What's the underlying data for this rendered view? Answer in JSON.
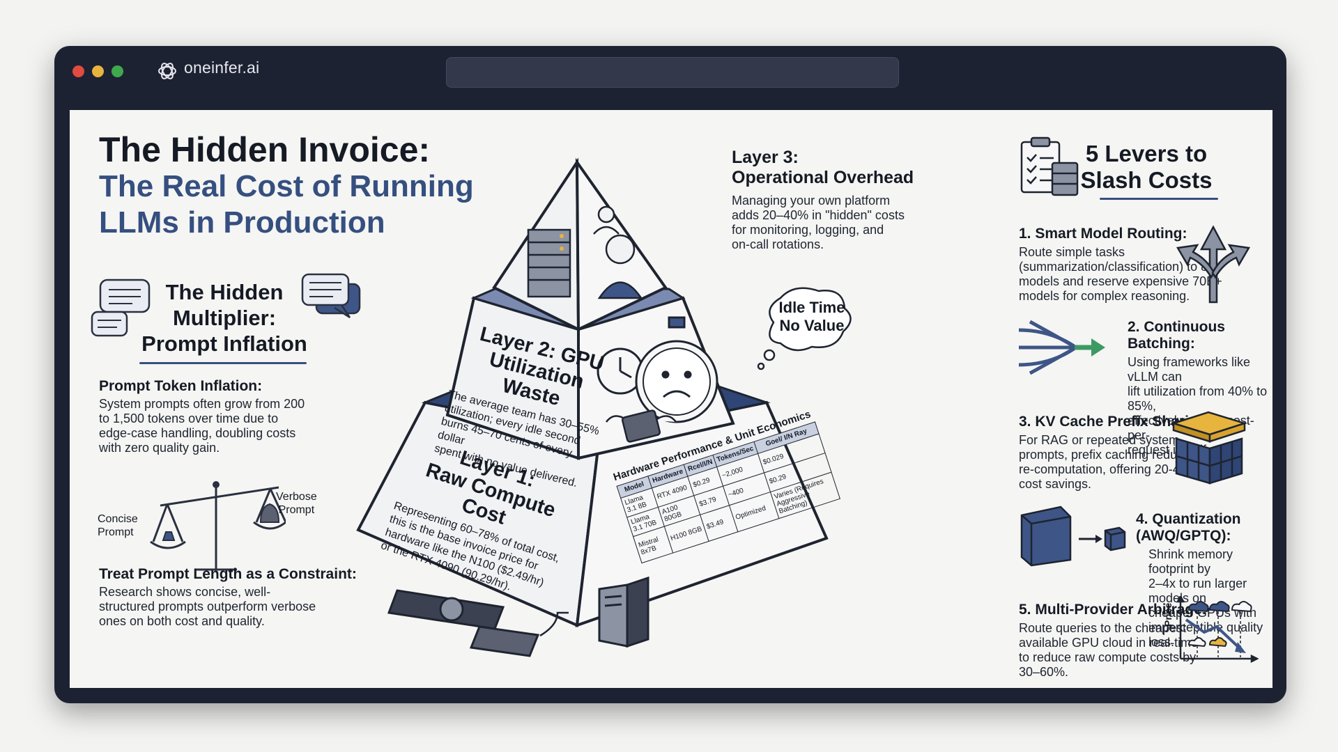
{
  "browser": {
    "brand": "oneinfer.ai",
    "colors": {
      "close": "#e24b3f",
      "minimize": "#e7b53d",
      "maximize": "#3faa4d",
      "accent": "#354f80"
    }
  },
  "header": {
    "title": "The Hidden Invoice:",
    "subtitle_line1": "The Real Cost of Running",
    "subtitle_line2": "LLMs in Production"
  },
  "multiplier": {
    "title_line1": "The Hidden",
    "title_line2": "Multiplier:",
    "title_line3": "Prompt Inflation",
    "inflation_heading": "Prompt Token Inflation:",
    "inflation_body": [
      "System prompts often grow from 200",
      "to 1,500 tokens over time due to",
      "edge-case handling, doubling costs",
      "with zero quality gain."
    ],
    "scale_left_line1": "Concise",
    "scale_left_line2": "Prompt",
    "scale_right_line1": "Verbose",
    "scale_right_line2": "Prompt",
    "constraint_heading": "Treat Prompt Length as a Constraint:",
    "constraint_body": [
      "Research shows concise, well-",
      "structured prompts outperform verbose",
      "ones on both cost and quality."
    ]
  },
  "pyramid": {
    "layer3": {
      "title_line1": "Layer 3:",
      "title_line2": "Operational Overhead",
      "body": [
        "Managing your own platform",
        "adds 20–40% in \"hidden\" costs",
        "for monitoring, logging, and",
        "on-call rotations."
      ]
    },
    "idle_bubble": {
      "line1": "Idle Time",
      "line2": "No Value"
    },
    "layer2": {
      "title_line1": "Layer 2: GPU",
      "title_line2": "Utilization Waste",
      "body": [
        "The average team has 30–55%",
        "utilization; every idle second",
        "burns 45–70 cents of every dollar",
        "spent with no value delivered."
      ]
    },
    "layer1": {
      "title_line1": "Layer 1:",
      "title_line2": "Raw Compute Cost",
      "body": [
        "Representing 60–78% of total cost,",
        "this is the base invoice price for",
        "hardware like the N100 ($2.49/hr)",
        "or the RTX 4090 (90.29/hr)."
      ]
    },
    "table": {
      "title": "Hardware Performance & Unit Economics",
      "headers": [
        "Model",
        "Hardware",
        "Rcel/I/N",
        "Tokens/Sec",
        "Goel/ I/N Ray"
      ],
      "rows": [
        [
          "Llama 3.1 8B",
          "RTX 4090",
          "$0.29",
          "~2,000",
          "$0.029"
        ],
        [
          "Llama 3.1 70B",
          "A100 80GB",
          "$3.79",
          "~400",
          "$0.29"
        ],
        [
          "Mistral 8x7B",
          "H100 8GB",
          "$3.49",
          "Optimized",
          "Varies (Requires Aggressive Batching)"
        ]
      ]
    }
  },
  "levers": {
    "title_line1": "5 Levers to",
    "title_line2": "Slash Costs",
    "items": [
      {
        "title": "1. Smart Model Routing:",
        "body": [
          "Route simple tasks",
          "(summarization/classification) to 8B",
          "models and reserve expensive 70B+",
          "models for complex reasoning."
        ]
      },
      {
        "title": "2. Continuous Batching:",
        "body": [
          "Using frameworks like vLLM can",
          "lift utilization from 40% to 85%,",
          "effectively cutting cost-per-",
          "request in half."
        ]
      },
      {
        "title": "3. KV Cache Prefix Sharing:",
        "body": [
          "For RAG or repeated system",
          "prompts, prefix caching reduces",
          "re-computation, offering 20-40%",
          "cost savings."
        ]
      },
      {
        "title": "4. Quantization (AWQ/GPTQ):",
        "body": [
          "Shrink memory footprint by",
          "2–4x to run larger models on",
          "cheaper GPUs with",
          "imperceptible quality loss."
        ]
      },
      {
        "title": "5. Multi-Provider Arbitrage:",
        "body": [
          "Route queries to the cheapest",
          "available GPU cloud in real-time",
          "to reduce raw compute costs by",
          "30–60%."
        ]
      }
    ],
    "price_axis_label": "Price"
  },
  "icons": [
    "openai-logo-icon",
    "chat-bubbles-icon",
    "balance-scale-icon",
    "server-rack-icon",
    "support-agent-icon",
    "clock-icon",
    "stopwatch-sad-icon",
    "flying-money-icon",
    "gpu-card-icon",
    "server-tower-icon",
    "clipboard-checklist-icon",
    "fork-arrow-icon",
    "merge-arrows-icon",
    "cube-stack-icon",
    "cube-shrink-icon",
    "cloud-price-chart-icon"
  ]
}
